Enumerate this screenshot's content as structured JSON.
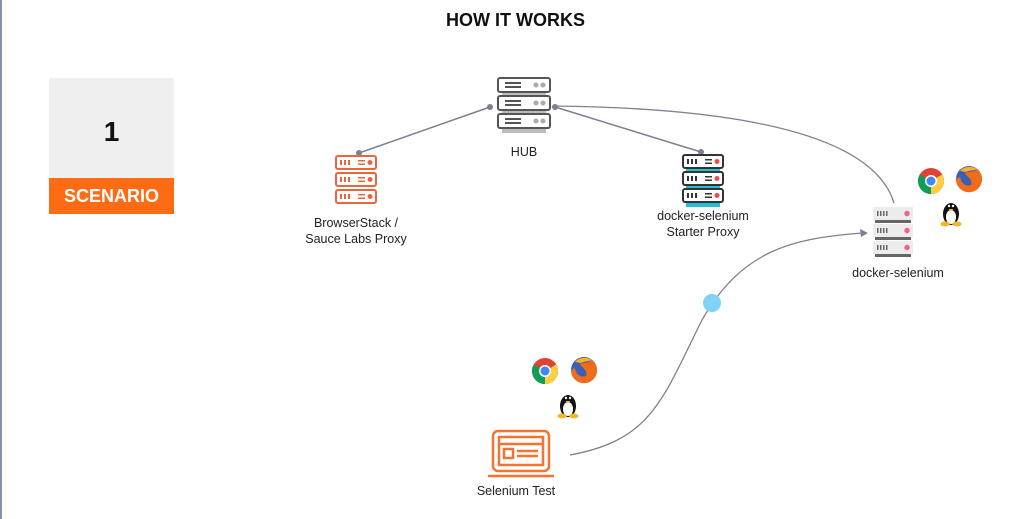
{
  "title": "HOW IT WORKS",
  "scenario": {
    "number": "1",
    "label": "SCENARIO",
    "accent": "#fd6c14"
  },
  "nodes": {
    "hub": {
      "label": "HUB"
    },
    "browserstack_proxy": {
      "label_line1": "BrowserStack /",
      "label_line2": "Sauce Labs Proxy"
    },
    "starter_proxy": {
      "label_line1": "docker-selenium",
      "label_line2": "Starter Proxy"
    },
    "docker_selenium": {
      "label": "docker-selenium",
      "icons": [
        "chrome-icon",
        "firefox-icon",
        "linux-tux-icon"
      ]
    },
    "selenium_test": {
      "label": "Selenium Test",
      "icons": [
        "chrome-icon",
        "firefox-icon",
        "linux-tux-icon"
      ]
    }
  },
  "edges": [
    {
      "from": "hub",
      "to": "browserstack_proxy"
    },
    {
      "from": "hub",
      "to": "starter_proxy"
    },
    {
      "from": "hub",
      "to": "docker_selenium"
    },
    {
      "from": "selenium_test",
      "to": "docker_selenium"
    }
  ],
  "colors": {
    "orange": "#e8663c",
    "laptop_orange": "#f07434",
    "teal": "#29bcd6",
    "edge": "#7a8290",
    "pointer_dot": "#7fd3f7"
  }
}
